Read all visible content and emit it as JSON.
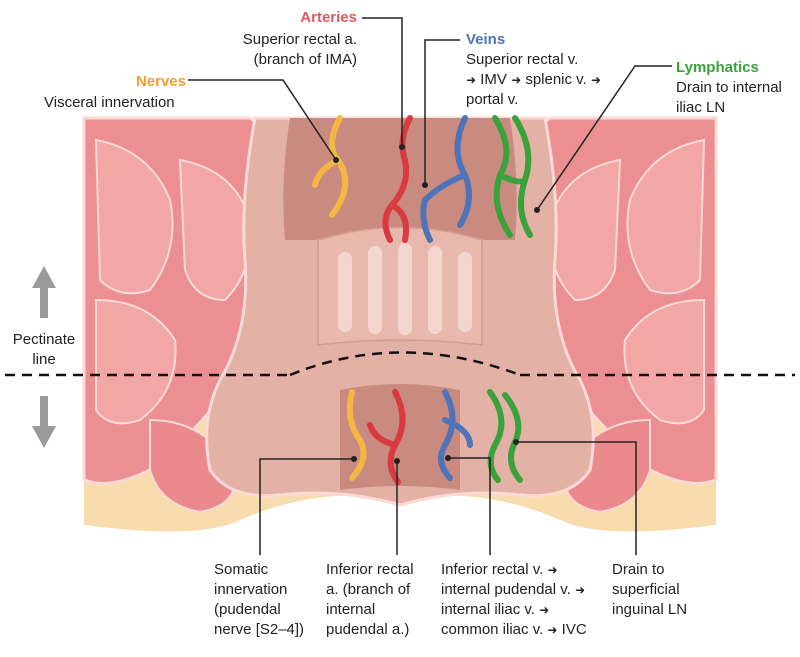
{
  "colors": {
    "arteries": "#e05a63",
    "veins": "#4f73b8",
    "nerves": "#f0a030",
    "lymphatics": "#3aa23a",
    "tissue": "#f2a7a7",
    "fat": "#f8dcae",
    "wall": "#e4b1a6"
  },
  "upper": {
    "arteries": {
      "title": "Arteries",
      "lines": [
        "Superior rectal a.",
        "(branch of IMA)"
      ]
    },
    "veins": {
      "title": "Veins",
      "line1": "Superior rectal v.",
      "l2a": "IMV",
      "l2b": "splenic v.",
      "line3": "portal v."
    },
    "nerves": {
      "title": "Nerves",
      "line1": "Visceral innervation"
    },
    "lymphatics": {
      "title": "Lymphatics",
      "lines": [
        "Drain to internal",
        "iliac LN"
      ]
    }
  },
  "pectinate": {
    "lines": [
      "Pectinate",
      "line"
    ]
  },
  "lower": {
    "nerves": {
      "lines": [
        "Somatic",
        "innervation",
        "(pudendal",
        "nerve [S2–4])"
      ]
    },
    "arteries": {
      "lines": [
        "Inferior rectal",
        "a. (branch of",
        "internal",
        "pudendal a.)"
      ]
    },
    "veins": {
      "l1": "Inferior rectal v.",
      "l2": "internal pudendal v.",
      "l3": "internal iliac v.",
      "l4a": "common iliac v.",
      "l4b": "IVC"
    },
    "lymphatics": {
      "lines": [
        "Drain to",
        "superficial",
        "inguinal LN"
      ]
    }
  }
}
